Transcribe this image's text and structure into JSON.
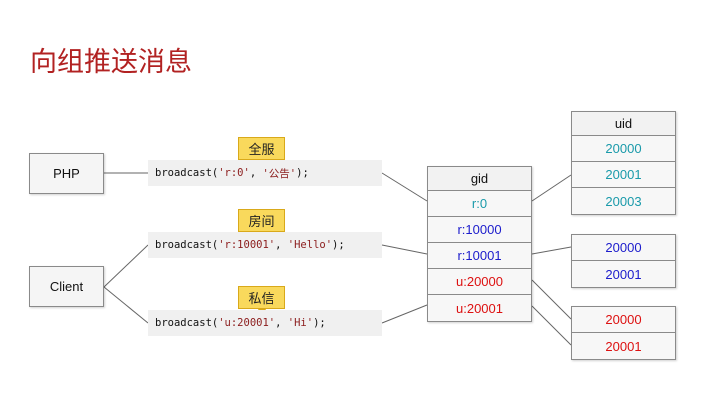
{
  "title": "向组推送消息",
  "senders": {
    "php": "PHP",
    "client": "Client"
  },
  "calls": [
    {
      "fn": "broadcast(",
      "arg1": "'r:0'",
      "sep": ", ",
      "arg2": "'公告'",
      "end": ");"
    },
    {
      "fn": "broadcast(",
      "arg1": "'r:10001'",
      "sep": ", ",
      "arg2": "'Hello'",
      "end": ");"
    },
    {
      "fn": "broadcast(",
      "arg1": "'u:20001'",
      "sep": ", ",
      "arg2": "'Hi'",
      "end": ");"
    }
  ],
  "tags": [
    "全服",
    "房间",
    "私信"
  ],
  "gid_table": {
    "header": "gid",
    "rows": [
      "r:0",
      "r:10000",
      "r:10001",
      "u:20000",
      "u:20001"
    ]
  },
  "uid_tables": [
    {
      "header": "uid",
      "rows": [
        "20000",
        "20001",
        "20003"
      ]
    },
    {
      "rows": [
        "20000",
        "20001"
      ]
    },
    {
      "rows": [
        "20000",
        "20001"
      ]
    }
  ],
  "colors": {
    "title": "#b22222",
    "teal": "#1a9aaa",
    "blue": "#1c1ccc",
    "red": "#dd1111",
    "tag": "#f9d95c"
  }
}
